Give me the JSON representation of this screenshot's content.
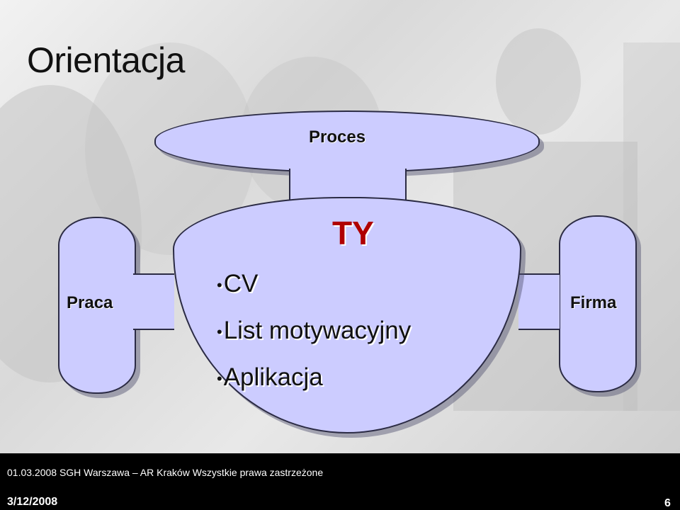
{
  "slide": {
    "title": "Orientacja",
    "diagram": {
      "top_shape": "Proces",
      "left_shape": "Praca",
      "right_shape": "Firma",
      "center_heading": "TY",
      "center_items": [
        "CV",
        "List motywacyjny",
        "Aplikacja"
      ]
    },
    "footer": {
      "line": "01.03.2008 SGH Warszawa – AR Kraków  Wszystkie prawa zastrzeżone",
      "date": "3/12/2008",
      "page_number": "6"
    }
  },
  "colors": {
    "shape_fill": "#ccccff",
    "heading": "#b00000",
    "footer_bg": "#000000"
  }
}
